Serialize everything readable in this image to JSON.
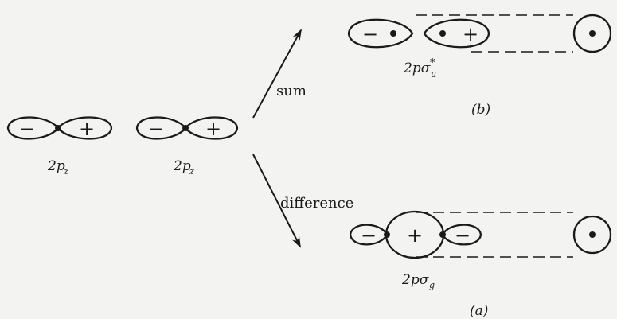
{
  "left_orbitals": [
    {
      "minus": "−",
      "plus": "+",
      "label_main": "2p",
      "label_sub": "z"
    },
    {
      "minus": "−",
      "plus": "+",
      "label_main": "2p",
      "label_sub": "z"
    }
  ],
  "arrows": {
    "sum": "sum",
    "difference": "difference"
  },
  "antibonding": {
    "left_sign": "−",
    "right_sign": "+",
    "label_main": "2pσ",
    "label_sup": "*",
    "label_sub": "u",
    "panel": "(b)"
  },
  "bonding": {
    "left_sign": "−",
    "center_sign": "+",
    "right_sign": "−",
    "label_main": "2pσ",
    "label_sub": "g",
    "panel": "(a)"
  },
  "colors": {
    "ink": "#1a1a1a",
    "paper": "#f3f3f1"
  }
}
